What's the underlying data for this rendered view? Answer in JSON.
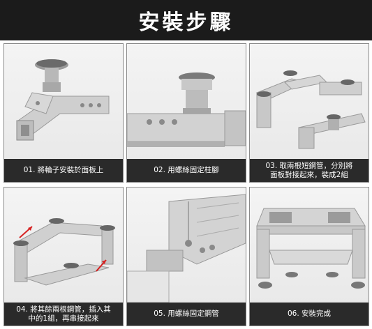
{
  "header": {
    "title": "安裝步驟"
  },
  "steps": [
    {
      "caption": "01. 將輪子安裝於面板上"
    },
    {
      "caption": "02. 用螺絲固定柱腳"
    },
    {
      "caption_line1": "03. 取兩根短鋼管，分別將",
      "caption_line2": "面板對接起來，裝成2組"
    },
    {
      "caption_line1": "04. 將其餘兩根鋼管，插入其",
      "caption_line2": "中的1組，再串接起來"
    },
    {
      "caption": "05. 用螺絲固定鋼管"
    },
    {
      "caption": "06. 安裝完成"
    }
  ],
  "colors": {
    "header_bg": "#1b1b1b",
    "caption_bg": "#2a2a2a",
    "part_gray": "#c7c7c7",
    "arrow": "#d62020"
  }
}
